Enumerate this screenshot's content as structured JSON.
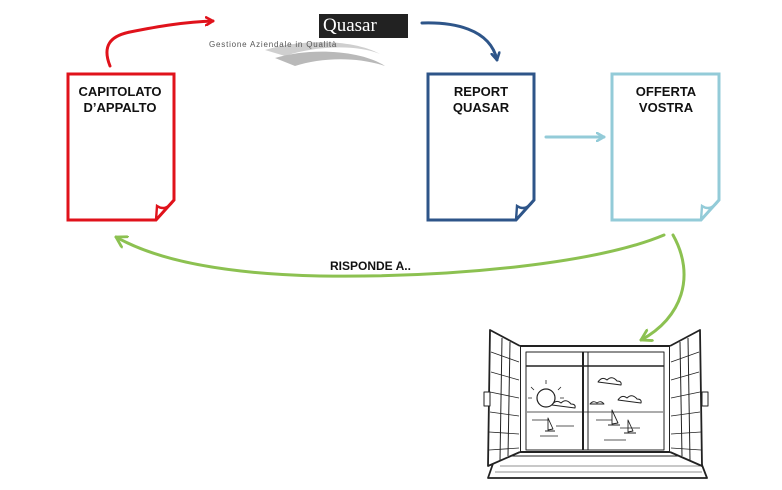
{
  "logo": {
    "name": "Quasar",
    "tagline": "Gestione Aziendale in Qualità"
  },
  "documents": [
    {
      "id": "capitolato",
      "line1": "CAPITOLATO",
      "line2": "D’APPALTO",
      "color": "#e0121b"
    },
    {
      "id": "report",
      "line1": "REPORT",
      "line2": "QUASAR",
      "color": "#2e5589"
    },
    {
      "id": "offerta",
      "line1": "OFFERTA",
      "line2": "VOSTRA",
      "color": "#93cbd8"
    }
  ],
  "connector_label": "RISPONDE A..",
  "colors": {
    "red_arrow": "#e0121b",
    "blue_arrow": "#2e5589",
    "light_blue_arrow": "#93cbd8",
    "green_arrow": "#8cc151",
    "window_ink": "#222222"
  },
  "icons": [
    "document-icon",
    "window-illustration",
    "quasar-logo"
  ]
}
